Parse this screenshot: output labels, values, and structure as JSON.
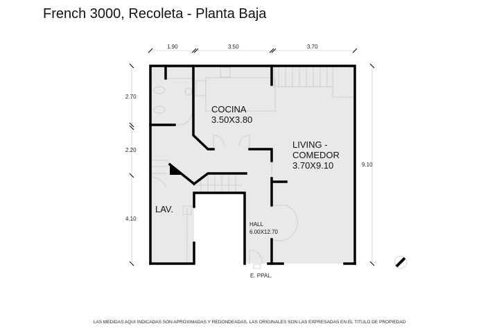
{
  "title": "French 3000, Recoleta - Planta Baja",
  "rooms": {
    "cocina": {
      "name": "COCINA",
      "size": "3.50X3.80"
    },
    "living": {
      "name": "LIVING -",
      "name2": "COMEDOR",
      "size": "3.70X9.10"
    },
    "hall": {
      "name": "HALL",
      "size": "6.00X12.70"
    },
    "lav": {
      "name": "LAV."
    },
    "entrance": "E. PPAL."
  },
  "dimensions": {
    "top": [
      "1.90",
      "3.50",
      "3.70"
    ],
    "left": [
      "2.70",
      "2.20",
      "4.10"
    ],
    "right": "9.10"
  },
  "footer": "LAS MEDIDAS AQUI INDICADAS SON APROXIMADAS Y REDONDEADAS, LAS ORIGINALES SON LAS EXPRESADAS EN EL TITULO DE PROPIEDAD",
  "colors": {
    "floor": "#e9e9e9",
    "wall": "#000000"
  }
}
